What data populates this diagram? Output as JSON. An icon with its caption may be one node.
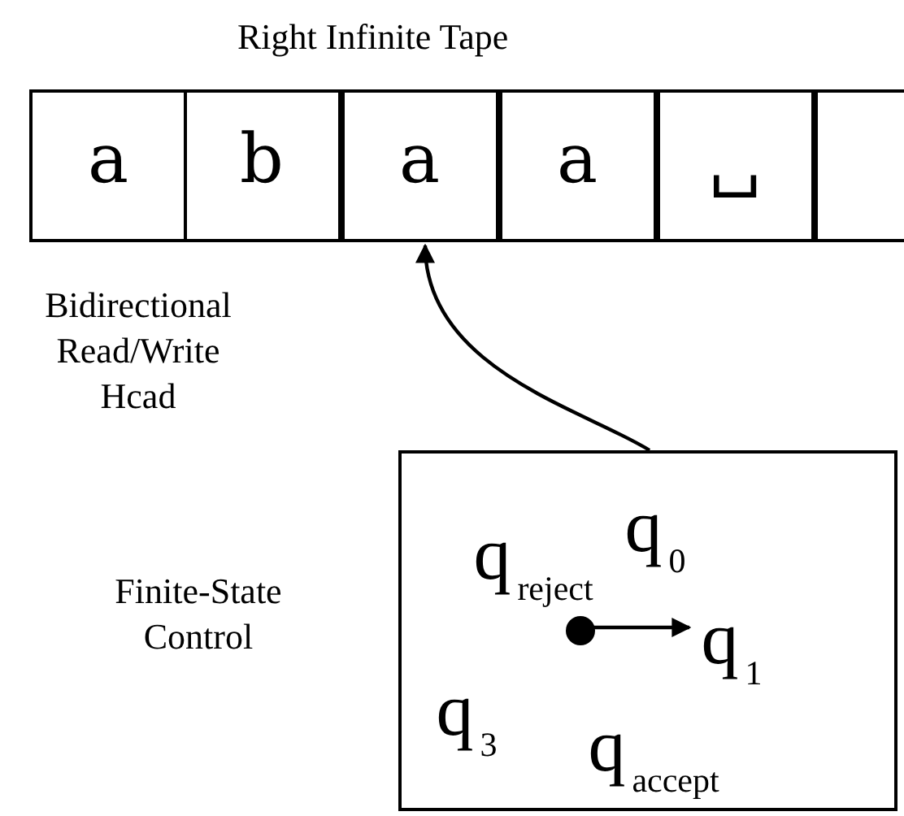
{
  "diagram": {
    "title": "Right Infinite Tape",
    "nodes": [
      {
        "text": [
          "a"
        ]
      },
      {
        "text": [
          "b"
        ]
      },
      {
        "text": [
          "a"
        ]
      },
      {
        "text": [
          "a"
        ]
      },
      {
        "text": [
          "␣"
        ]
      },
      {
        "text": [],
        "shape": "box"
      },
      {
        "text": [],
        "shape": "box",
        "beside": [
          "Finite-State Control"
        ]
      },
      {
        "text": [
          "q$_{reject}$"
        ],
        "in": 6
      },
      {
        "text": [
          "q$_{0}$"
        ],
        "in": 6
      },
      {
        "text": [],
        "shape": "circle",
        "in": 6
      },
      {
        "text": [
          "q$_{1}$"
        ],
        "in": 6
      },
      {
        "text": [
          "q$_{3}$"
        ],
        "in": 6
      },
      {
        "text": [
          "q$_{accept}$"
        ],
        "in": 6
      }
    ],
    "edges": [
      {
        "from": 6,
        "to": 2,
        "arrow": "to"
      },
      {
        "from": 9,
        "to": 10,
        "arrow": "to"
      }
    ],
    "labels": [
      "Bidirectional Read/Write Hcad"
    ]
  }
}
